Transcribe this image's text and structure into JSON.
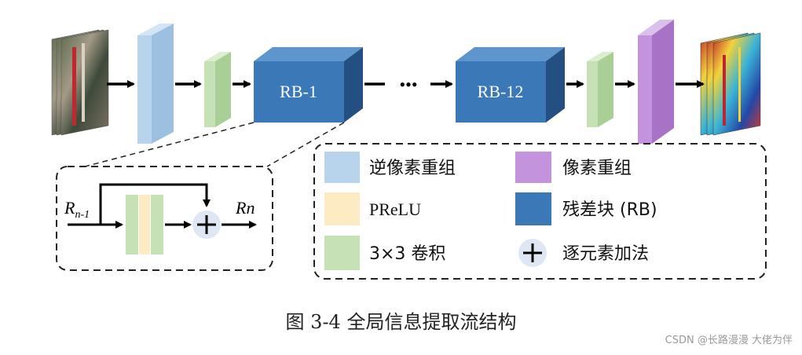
{
  "blocks": {
    "rb_first": "RB-1",
    "rb_last": "RB-12",
    "ellipsis": "•••"
  },
  "residual": {
    "input_label_main": "R",
    "input_label_sub": "n-1",
    "output_label": "Rn"
  },
  "legend": {
    "items": [
      {
        "label": "逆像素重组",
        "color": "#b8d4ec"
      },
      {
        "label": "PReLU",
        "color": "#fdebc4"
      },
      {
        "label": "3×3 卷积",
        "color": "#c5e1b5"
      },
      {
        "label": "像素重组",
        "color": "#c493de"
      },
      {
        "label": "残差块 (RB)",
        "color": "#3a78b8"
      },
      {
        "label": "逐元素加法",
        "color": "#dfe6f4"
      }
    ]
  },
  "caption": "图 3-4  全局信息提取流结构",
  "watermark": "CSDN @长路漫漫 大佬为伴",
  "colors": {
    "pixel_unshuffle": "#b8d4ec",
    "prelu": "#fdebc4",
    "conv3x3": "#c5e1b5",
    "pixel_shuffle": "#c493de",
    "residual_block": "#3a78b8",
    "add_node": "#dfe6f4"
  }
}
